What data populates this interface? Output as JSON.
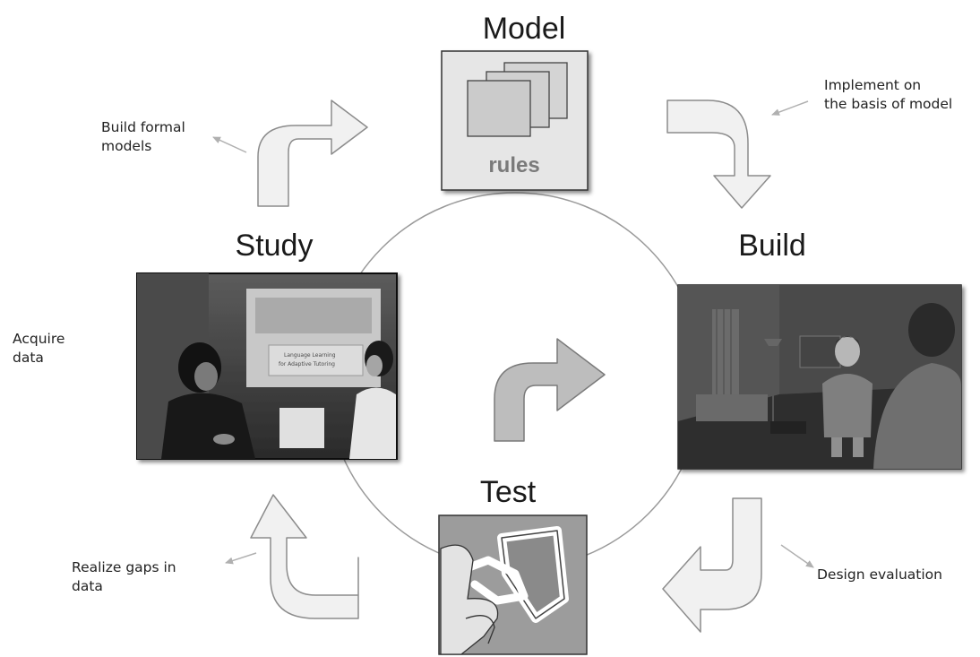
{
  "stages": {
    "model": "Model",
    "build": "Build",
    "test": "Test",
    "study": "Study"
  },
  "model_box": {
    "label": "rules"
  },
  "notes": {
    "model_to_build": [
      "Implement on",
      "the basis of model"
    ],
    "study_to_model": [
      "Build formal",
      "models"
    ],
    "acquire": [
      "Acquire",
      "data"
    ],
    "build_to_test": [
      "Design evaluation"
    ],
    "test_to_study": [
      "Realize gaps in",
      "data"
    ]
  },
  "study_photo": {
    "sign_lines": [
      "Language Learning",
      "for Adaptive Tutoring"
    ]
  },
  "colors": {
    "circle": "#9a9a9a",
    "arrow_fill": "#f1f1f1",
    "arrow_stroke": "#8c8c8c",
    "center_arrow_fill": "#bdbdbd",
    "pointer": "#b0b0b0"
  }
}
